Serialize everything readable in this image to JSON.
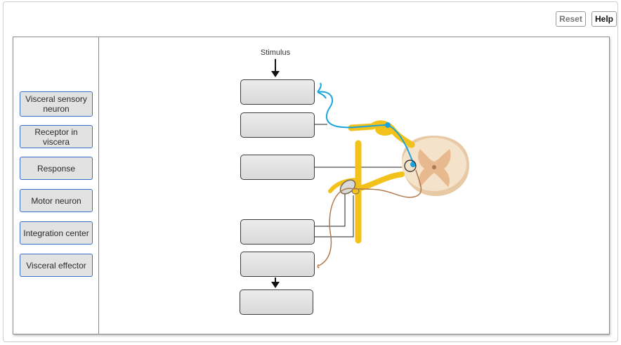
{
  "toolbar": {
    "reset_label": "Reset",
    "help_label": "Help"
  },
  "labels": [
    {
      "id": "visceral-sensory-neuron",
      "text": "Visceral sensory neuron"
    },
    {
      "id": "receptor-in-viscera",
      "text": "Receptor in viscera"
    },
    {
      "id": "response",
      "text": "Response"
    },
    {
      "id": "motor-neuron",
      "text": "Motor neuron"
    },
    {
      "id": "integration-center",
      "text": "Integration center"
    },
    {
      "id": "visceral-effector",
      "text": "Visceral effector"
    }
  ],
  "diagram": {
    "stimulus_label": "Stimulus",
    "drop_targets": [
      {
        "id": "target-1",
        "value": ""
      },
      {
        "id": "target-2",
        "value": ""
      },
      {
        "id": "target-3",
        "value": ""
      },
      {
        "id": "target-4",
        "value": ""
      },
      {
        "id": "target-5",
        "value": ""
      },
      {
        "id": "target-6",
        "value": ""
      }
    ]
  },
  "colors": {
    "tile_border": "#3b6fc7",
    "sensory_fiber": "#1aa3dd",
    "nerve": "#f2c21b",
    "motor_fiber": "#b07a4e",
    "spinal_cord": "#f0d9bf"
  }
}
